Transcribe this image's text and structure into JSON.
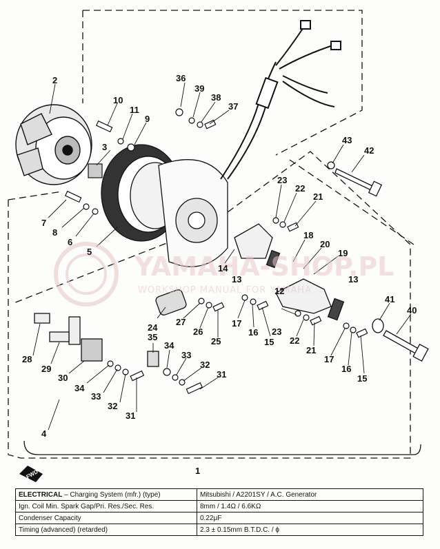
{
  "callouts": [
    "2",
    "10",
    "11",
    "9",
    "3",
    "36",
    "39",
    "38",
    "37",
    "43",
    "42",
    "7",
    "8",
    "6",
    "5",
    "23",
    "22",
    "21",
    "18",
    "20",
    "19",
    "14",
    "13",
    "13",
    "12",
    "24",
    "27",
    "26",
    "25",
    "17",
    "16",
    "15",
    "23",
    "22",
    "21",
    "17",
    "16",
    "15",
    "41",
    "40",
    "35",
    "34",
    "33",
    "32",
    "31",
    "28",
    "29",
    "30",
    "34",
    "33",
    "32",
    "31",
    "4",
    "1"
  ],
  "watermark": {
    "main": "YAMAHA-SHOP.PL",
    "sub": "WORKSHOP MANUAL FOR YAMAHA"
  },
  "fwd_label": "FWD",
  "spec_table": {
    "rows": [
      {
        "label_bold": "ELECTRICAL",
        "label_rest": " – Charging System (mfr.) (type)",
        "value": "Mitsubishi  /  A2201SY  /  A.C. Generator"
      },
      {
        "label_bold": "",
        "label_rest": "Ign. Coil Min. Spark Gap/Pri. Res./Sec. Res.",
        "value": "8mm  /  1.4Ω  /  6.6KΩ"
      },
      {
        "label_bold": "",
        "label_rest": "Condenser Capacity",
        "value": "0.22μF"
      },
      {
        "label_bold": "",
        "label_rest": "Timing (advanced) (retarded)",
        "value": "2.3 ± 0.15mm B.T.D.C.  /  ϕ"
      }
    ]
  }
}
